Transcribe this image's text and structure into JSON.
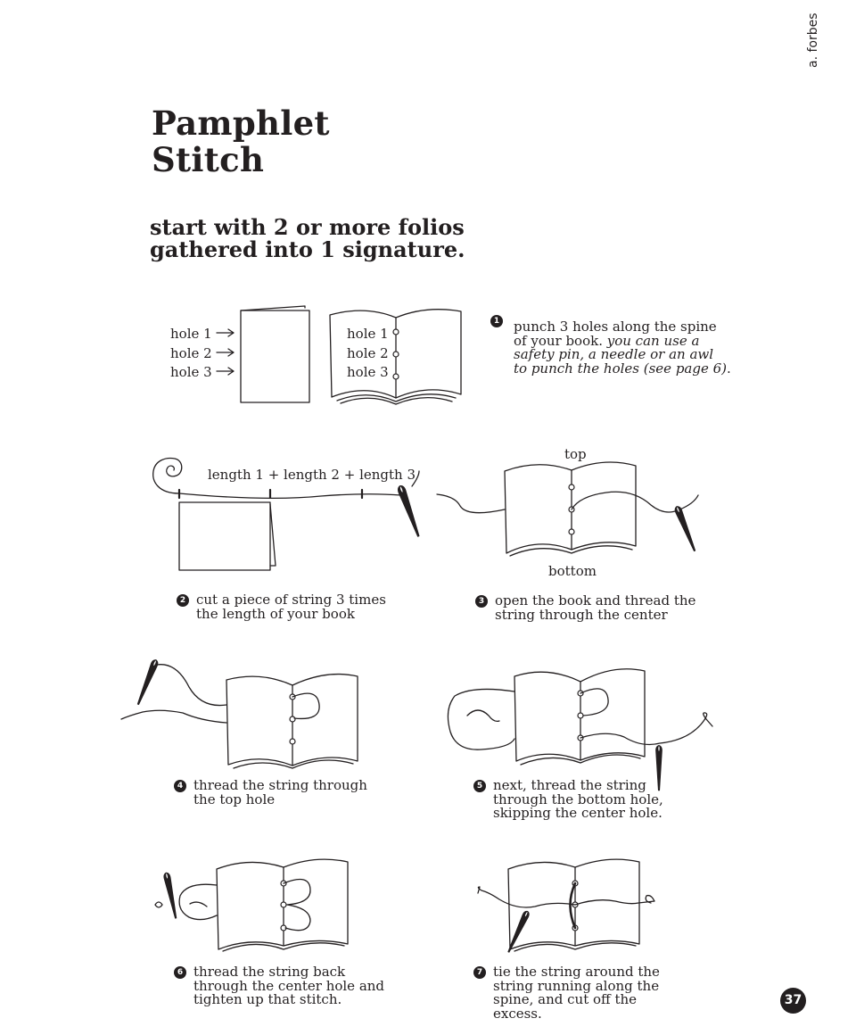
{
  "author": "a. forbes",
  "title": [
    "Pamphlet",
    "Stitch"
  ],
  "subtitle": [
    "start with 2 or more folios",
    "gathered into 1 signature."
  ],
  "step1": {
    "labels_left": [
      "hole 1",
      "hole 2",
      "hole 3"
    ],
    "labels_right": [
      "hole 1",
      "hole 2",
      "hole 3"
    ],
    "number": "1",
    "line1": "punch 3 holes along the spine",
    "line2_plain": "of your book. ",
    "line2_italic": "you can use a",
    "line3": "safety pin, a needle or an awl",
    "line4_italic": "to punch the holes (see page 6)",
    "line4_end": "."
  },
  "step2": {
    "number": "2",
    "length_label": "length 1 + length 2 + length 3",
    "lines": [
      "cut a piece of string 3 times",
      "the length of your book"
    ]
  },
  "step3": {
    "number": "3",
    "top_label": "top",
    "bottom_label": "bottom",
    "lines": [
      "open the book and thread the",
      "string through the center"
    ]
  },
  "step4": {
    "number": "4",
    "lines": [
      "thread the string through",
      "the top hole"
    ]
  },
  "step5": {
    "number": "5",
    "lines": [
      "next, thread the string",
      "through the bottom hole,",
      "skipping the center hole."
    ]
  },
  "step6": {
    "number": "6",
    "lines": [
      "thread the string back",
      "through the center hole and",
      "tighten up that stitch."
    ]
  },
  "step7": {
    "number": "7",
    "lines": [
      "tie the string around the",
      "string running along the",
      "spine, and cut off the",
      "excess."
    ]
  },
  "page_number": "37",
  "colors": {
    "ink": "#231f20",
    "paper": "#ffffff"
  },
  "icons": [
    "arrow-right-icon",
    "needle-icon",
    "string-coil-icon",
    "open-book-icon",
    "closed-book-icon"
  ]
}
